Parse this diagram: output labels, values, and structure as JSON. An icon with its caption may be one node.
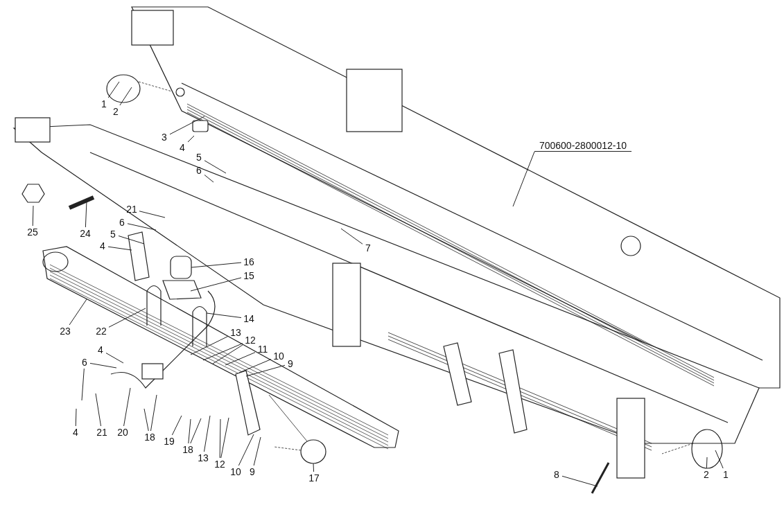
{
  "diagram": {
    "nodes": [
      {
        "text": [
          "1"
        ]
      },
      {
        "text": [
          "2"
        ]
      },
      {
        "text": [
          "3"
        ]
      },
      {
        "text": [
          "4"
        ]
      },
      {
        "text": [
          "5"
        ]
      },
      {
        "text": [
          "6"
        ]
      },
      {
        "text": [
          "700600-2800012-10"
        ]
      },
      {
        "text": [
          "25"
        ]
      },
      {
        "text": [
          "24"
        ]
      },
      {
        "text": [
          "21"
        ]
      },
      {
        "text": [
          "6"
        ]
      },
      {
        "text": [
          "5"
        ]
      },
      {
        "text": [
          "4"
        ]
      },
      {
        "text": [
          "7"
        ]
      },
      {
        "text": [
          "16"
        ]
      },
      {
        "text": [
          "15"
        ]
      },
      {
        "text": [
          "23"
        ]
      },
      {
        "text": [
          "22"
        ]
      },
      {
        "text": [
          "14"
        ]
      },
      {
        "text": [
          "13"
        ]
      },
      {
        "text": [
          "12"
        ]
      },
      {
        "text": [
          "11"
        ]
      },
      {
        "text": [
          "10"
        ]
      },
      {
        "text": [
          "9"
        ]
      },
      {
        "text": [
          "4"
        ]
      },
      {
        "text": [
          "6"
        ]
      },
      {
        "text": [
          "4"
        ]
      },
      {
        "text": [
          "21"
        ]
      },
      {
        "text": [
          "20"
        ]
      },
      {
        "text": [
          "18"
        ]
      },
      {
        "text": [
          "19"
        ]
      },
      {
        "text": [
          "18"
        ]
      },
      {
        "text": [
          "13"
        ]
      },
      {
        "text": [
          "12"
        ]
      },
      {
        "text": [
          "10"
        ]
      },
      {
        "text": [
          "9"
        ]
      },
      {
        "text": [
          "17"
        ]
      },
      {
        "text": [
          "8"
        ]
      },
      {
        "text": [
          "2"
        ]
      },
      {
        "text": [
          "1"
        ]
      }
    ],
    "edges": [
      {
        "from": 0,
        "to": null,
        "arrow": "none"
      },
      {
        "from": 1,
        "to": null,
        "arrow": "none"
      },
      {
        "from": 2,
        "to": null,
        "arrow": "none"
      },
      {
        "from": 3,
        "to": null,
        "arrow": "none"
      },
      {
        "from": 4,
        "to": null,
        "arrow": "none"
      },
      {
        "from": 5,
        "to": null,
        "arrow": "none"
      },
      {
        "from": 6,
        "to": null,
        "arrow": "none"
      },
      {
        "from": 7,
        "to": null,
        "arrow": "none"
      },
      {
        "from": 8,
        "to": null,
        "arrow": "none"
      },
      {
        "from": 9,
        "to": null,
        "arrow": "none"
      },
      {
        "from": 10,
        "to": null,
        "arrow": "none"
      },
      {
        "from": 11,
        "to": null,
        "arrow": "none"
      },
      {
        "from": 12,
        "to": null,
        "arrow": "none"
      },
      {
        "from": 13,
        "to": null,
        "arrow": "none"
      },
      {
        "from": 14,
        "to": null,
        "arrow": "none"
      },
      {
        "from": 15,
        "to": null,
        "arrow": "none"
      },
      {
        "from": 16,
        "to": null,
        "arrow": "none"
      },
      {
        "from": 17,
        "to": null,
        "arrow": "none"
      },
      {
        "from": 18,
        "to": null,
        "arrow": "none"
      },
      {
        "from": 19,
        "to": null,
        "arrow": "none"
      },
      {
        "from": 20,
        "to": null,
        "arrow": "none"
      },
      {
        "from": 20,
        "to": null,
        "arrow": "none"
      },
      {
        "from": 21,
        "to": null,
        "arrow": "none"
      },
      {
        "from": 22,
        "to": null,
        "arrow": "none"
      },
      {
        "from": 23,
        "to": null,
        "arrow": "none"
      },
      {
        "from": 24,
        "to": null,
        "arrow": "none"
      },
      {
        "from": 25,
        "to": null,
        "arrow": "none"
      },
      {
        "from": 25,
        "to": null,
        "arrow": "none"
      },
      {
        "from": 26,
        "to": null,
        "arrow": "none"
      },
      {
        "from": 27,
        "to": null,
        "arrow": "none"
      },
      {
        "from": 28,
        "to": null,
        "arrow": "none"
      },
      {
        "from": 29,
        "to": null,
        "arrow": "none"
      },
      {
        "from": 29,
        "to": null,
        "arrow": "none"
      },
      {
        "from": 30,
        "to": null,
        "arrow": "none"
      },
      {
        "from": 31,
        "to": null,
        "arrow": "none"
      },
      {
        "from": 31,
        "to": null,
        "arrow": "none"
      },
      {
        "from": 32,
        "to": null,
        "arrow": "none"
      },
      {
        "from": 33,
        "to": null,
        "arrow": "none"
      },
      {
        "from": 33,
        "to": null,
        "arrow": "none"
      },
      {
        "from": 34,
        "to": null,
        "arrow": "none"
      },
      {
        "from": 35,
        "to": null,
        "arrow": "none"
      },
      {
        "from": 36,
        "to": null,
        "arrow": "none"
      },
      {
        "from": 37,
        "to": null,
        "arrow": "none"
      },
      {
        "from": 38,
        "to": null,
        "arrow": "none"
      },
      {
        "from": 39,
        "to": null,
        "arrow": "none"
      }
    ]
  }
}
